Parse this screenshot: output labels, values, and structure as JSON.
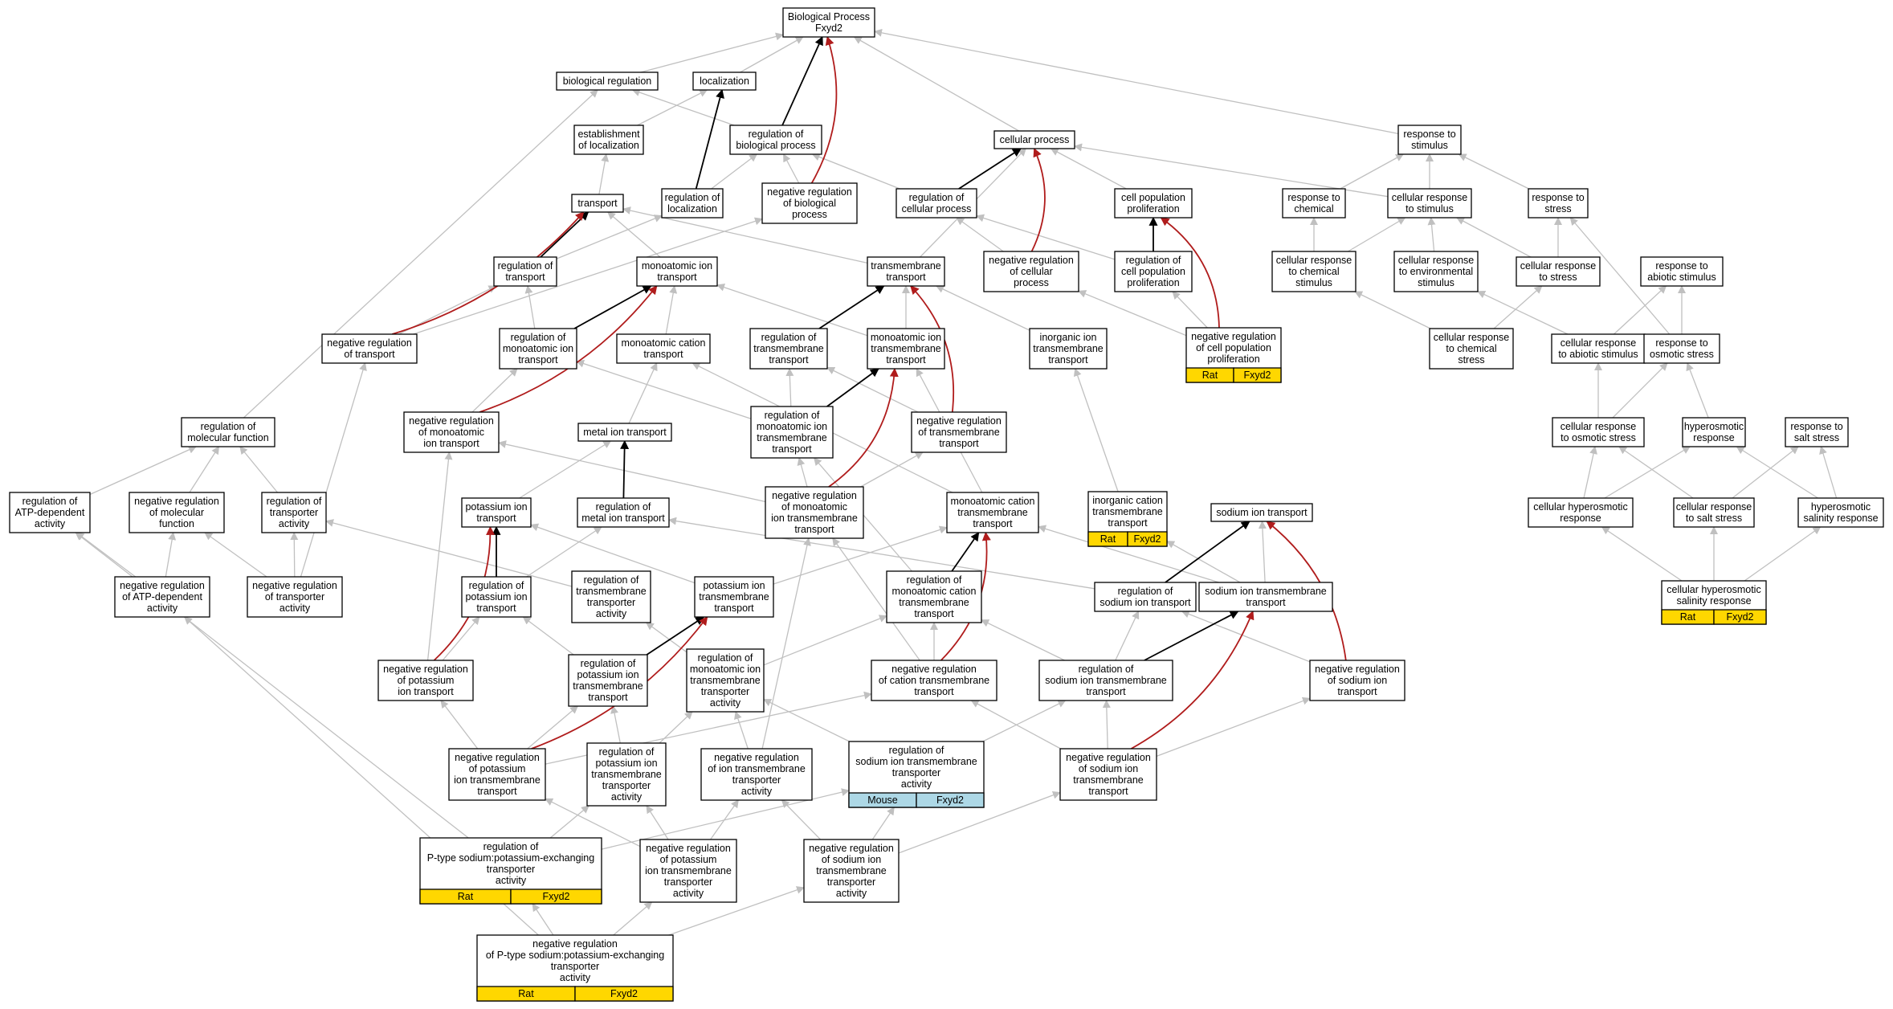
{
  "colors": {
    "node_border": "#000000",
    "edge_gray": "#c0c0c0",
    "edge_black": "#000000",
    "edge_red": "#b01c1c",
    "rat_fill": "#ffd700",
    "mouse_fill": "#add8e6"
  },
  "nodes": [
    {
      "id": "bp",
      "lines": [
        "Biological Process",
        "Fxyd2"
      ]
    },
    {
      "id": "bioreg",
      "lines": [
        "biological regulation"
      ]
    },
    {
      "id": "loc",
      "lines": [
        "localization"
      ]
    },
    {
      "id": "estloc",
      "lines": [
        "establishment",
        "of localization"
      ]
    },
    {
      "id": "regbp",
      "lines": [
        "regulation of",
        "biological process"
      ]
    },
    {
      "id": "cellproc",
      "lines": [
        "cellular process"
      ]
    },
    {
      "id": "resstim",
      "lines": [
        "response to",
        "stimulus"
      ]
    },
    {
      "id": "transport",
      "lines": [
        "transport"
      ]
    },
    {
      "id": "regloc",
      "lines": [
        "regulation of",
        "localization"
      ]
    },
    {
      "id": "negregbp",
      "lines": [
        "negative regulation",
        "of biological",
        "process"
      ]
    },
    {
      "id": "regcp",
      "lines": [
        "regulation of",
        "cellular process"
      ]
    },
    {
      "id": "cpp",
      "lines": [
        "cell population",
        "proliferation"
      ]
    },
    {
      "id": "reschem",
      "lines": [
        "response to",
        "chemical"
      ]
    },
    {
      "id": "cellresstim",
      "lines": [
        "cellular response",
        "to stimulus"
      ]
    },
    {
      "id": "resstress",
      "lines": [
        "response to",
        "stress"
      ]
    },
    {
      "id": "regtransport",
      "lines": [
        "regulation of",
        "transport"
      ]
    },
    {
      "id": "mit",
      "lines": [
        "monoatomic ion",
        "transport"
      ]
    },
    {
      "id": "tmt",
      "lines": [
        "transmembrane",
        "transport"
      ]
    },
    {
      "id": "negregcp",
      "lines": [
        "negative regulation",
        "of cellular",
        "process"
      ]
    },
    {
      "id": "regcpp",
      "lines": [
        "regulation of",
        "cell population",
        "proliferation"
      ]
    },
    {
      "id": "crchem",
      "lines": [
        "cellular response",
        "to chemical",
        "stimulus"
      ]
    },
    {
      "id": "crenv",
      "lines": [
        "cellular response",
        "to environmental",
        "stimulus"
      ]
    },
    {
      "id": "crstress",
      "lines": [
        "cellular response",
        "to stress"
      ]
    },
    {
      "id": "resabiotic",
      "lines": [
        "response to",
        "abiotic stimulus"
      ]
    },
    {
      "id": "negregtransport",
      "lines": [
        "negative regulation",
        "of transport"
      ]
    },
    {
      "id": "regmit",
      "lines": [
        "regulation of",
        "monoatomic ion",
        "transport"
      ]
    },
    {
      "id": "mct",
      "lines": [
        "monoatomic cation",
        "transport"
      ]
    },
    {
      "id": "regtmt",
      "lines": [
        "regulation of",
        "transmembrane",
        "transport"
      ]
    },
    {
      "id": "mitt",
      "lines": [
        "monoatomic ion",
        "transmembrane",
        "transport"
      ]
    },
    {
      "id": "iontmt",
      "lines": [
        "inorganic ion",
        "transmembrane",
        "transport"
      ]
    },
    {
      "id": "negregcpp",
      "lines": [
        "negative regulation",
        "of cell population",
        "proliferation"
      ],
      "badge": [
        "Rat",
        "Fxyd2"
      ],
      "badge_color": "#ffd700"
    },
    {
      "id": "crchemstress",
      "lines": [
        "cellular response",
        "to chemical",
        "stress"
      ]
    },
    {
      "id": "crabiotic",
      "lines": [
        "cellular response",
        "to abiotic stimulus"
      ]
    },
    {
      "id": "resosmotic",
      "lines": [
        "response to",
        "osmotic stress"
      ]
    },
    {
      "id": "regmf",
      "lines": [
        "regulation of",
        "molecular function"
      ]
    },
    {
      "id": "negregmit",
      "lines": [
        "negative regulation",
        "of monoatomic",
        "ion transport"
      ]
    },
    {
      "id": "metal",
      "lines": [
        "metal ion transport"
      ]
    },
    {
      "id": "regmitt",
      "lines": [
        "regulation of",
        "monoatomic ion",
        "transmembrane",
        "transport"
      ]
    },
    {
      "id": "negregtmt",
      "lines": [
        "negative regulation",
        "of transmembrane",
        "transport"
      ]
    },
    {
      "id": "crosmotic",
      "lines": [
        "cellular response",
        "to osmotic stress"
      ]
    },
    {
      "id": "hyperosm",
      "lines": [
        "hyperosmotic",
        "response"
      ]
    },
    {
      "id": "ressalt",
      "lines": [
        "response to",
        "salt stress"
      ]
    },
    {
      "id": "regatp",
      "lines": [
        "regulation of",
        "ATP-dependent",
        "activity"
      ]
    },
    {
      "id": "negregmf",
      "lines": [
        "negative regulation",
        "of molecular",
        "function"
      ]
    },
    {
      "id": "regta",
      "lines": [
        "regulation of",
        "transporter",
        "activity"
      ]
    },
    {
      "id": "kit",
      "lines": [
        "potassium ion",
        "transport"
      ]
    },
    {
      "id": "regmetal",
      "lines": [
        "regulation of",
        "metal ion transport"
      ]
    },
    {
      "id": "negregmitt",
      "lines": [
        "negative regulation",
        "of monoatomic",
        "ion transmembrane",
        "transport"
      ]
    },
    {
      "id": "mctt",
      "lines": [
        "monoatomic cation",
        "transmembrane",
        "transport"
      ]
    },
    {
      "id": "ictt",
      "lines": [
        "inorganic cation",
        "transmembrane",
        "transport"
      ],
      "badge": [
        "Rat",
        "Fxyd2"
      ],
      "badge_color": "#ffd700"
    },
    {
      "id": "nait",
      "lines": [
        "sodium ion transport"
      ]
    },
    {
      "id": "chr",
      "lines": [
        "cellular hyperosmotic",
        "response"
      ]
    },
    {
      "id": "crsalt",
      "lines": [
        "cellular response",
        "to salt stress"
      ]
    },
    {
      "id": "hsr",
      "lines": [
        "hyperosmotic",
        "salinity response"
      ]
    },
    {
      "id": "negregatp",
      "lines": [
        "negative regulation",
        "of ATP-dependent",
        "activity"
      ]
    },
    {
      "id": "negregta",
      "lines": [
        "negative regulation",
        "of transporter",
        "activity"
      ]
    },
    {
      "id": "regkit",
      "lines": [
        "regulation of",
        "potassium ion",
        "transport"
      ]
    },
    {
      "id": "regtmta",
      "lines": [
        "regulation of",
        "transmembrane",
        "transporter",
        "activity"
      ]
    },
    {
      "id": "kitt",
      "lines": [
        "potassium ion",
        "transmembrane",
        "transport"
      ]
    },
    {
      "id": "regmctt",
      "lines": [
        "regulation of",
        "monoatomic cation",
        "transmembrane",
        "transport"
      ]
    },
    {
      "id": "regnait",
      "lines": [
        "regulation of",
        "sodium ion transport"
      ]
    },
    {
      "id": "naitt",
      "lines": [
        "sodium ion transmembrane",
        "transport"
      ]
    },
    {
      "id": "chsr",
      "lines": [
        "cellular hyperosmotic",
        "salinity response"
      ],
      "badge": [
        "Rat",
        "Fxyd2"
      ],
      "badge_color": "#ffd700"
    },
    {
      "id": "negregkit",
      "lines": [
        "negative regulation",
        "of potassium",
        "ion transport"
      ]
    },
    {
      "id": "regkitt",
      "lines": [
        "regulation of",
        "potassium ion",
        "transmembrane",
        "transport"
      ]
    },
    {
      "id": "regmitta",
      "lines": [
        "regulation of",
        "monoatomic ion",
        "transmembrane",
        "transporter",
        "activity"
      ]
    },
    {
      "id": "negregctt",
      "lines": [
        "negative regulation",
        "of cation transmembrane",
        "transport"
      ]
    },
    {
      "id": "regnaitt",
      "lines": [
        "regulation of",
        "sodium ion transmembrane",
        "transport"
      ]
    },
    {
      "id": "negregnait",
      "lines": [
        "negative regulation",
        "of sodium ion",
        "transport"
      ]
    },
    {
      "id": "negregkitt",
      "lines": [
        "negative regulation",
        "of potassium",
        "ion transmembrane",
        "transport"
      ]
    },
    {
      "id": "regkitta",
      "lines": [
        "regulation of",
        "potassium ion",
        "transmembrane",
        "transporter",
        "activity"
      ]
    },
    {
      "id": "negregita",
      "lines": [
        "negative regulation",
        "of ion transmembrane",
        "transporter",
        "activity"
      ]
    },
    {
      "id": "regnaitta",
      "lines": [
        "regulation of",
        "sodium ion transmembrane",
        "transporter",
        "activity"
      ],
      "badge": [
        "Mouse",
        "Fxyd2"
      ],
      "badge_color": "#add8e6"
    },
    {
      "id": "negregnaitt",
      "lines": [
        "negative regulation",
        "of sodium ion",
        "transmembrane",
        "transport"
      ]
    },
    {
      "id": "regptype",
      "lines": [
        "regulation of",
        "P-type sodium:potassium-exchanging",
        "transporter",
        "activity"
      ],
      "badge": [
        "Rat",
        "Fxyd2"
      ],
      "badge_color": "#ffd700"
    },
    {
      "id": "negregkitta",
      "lines": [
        "negative regulation",
        "of potassium",
        "ion transmembrane",
        "transporter",
        "activity"
      ]
    },
    {
      "id": "negregnaitta",
      "lines": [
        "negative regulation",
        "of sodium ion",
        "transmembrane",
        "transporter",
        "activity"
      ]
    },
    {
      "id": "negregptype",
      "lines": [
        "negative regulation",
        "of P-type sodium:potassium-exchanging",
        "transporter",
        "activity"
      ],
      "badge": [
        "Rat",
        "Fxyd2"
      ],
      "badge_color": "#ffd700"
    }
  ],
  "edges": [
    [
      "bioreg",
      "bp",
      "g"
    ],
    [
      "loc",
      "bp",
      "g"
    ],
    [
      "regbp",
      "bp",
      "k"
    ],
    [
      "negregbp",
      "bp",
      "r"
    ],
    [
      "cellproc",
      "bp",
      "g"
    ],
    [
      "resstim",
      "bp",
      "g"
    ],
    [
      "estloc",
      "loc",
      "g"
    ],
    [
      "regloc",
      "loc",
      "k"
    ],
    [
      "regbp",
      "bioreg",
      "g"
    ],
    [
      "regmf",
      "bioreg",
      "g"
    ],
    [
      "transport",
      "estloc",
      "g"
    ],
    [
      "regloc",
      "regbp",
      "g"
    ],
    [
      "negregbp",
      "regbp",
      "g"
    ],
    [
      "regcp",
      "regbp",
      "g"
    ],
    [
      "regcp",
      "cellproc",
      "k"
    ],
    [
      "negregcp",
      "cellproc",
      "r"
    ],
    [
      "cpp",
      "cellproc",
      "g"
    ],
    [
      "tmt",
      "cellproc",
      "g"
    ],
    [
      "cellresstim",
      "cellproc",
      "g"
    ],
    [
      "reschem",
      "resstim",
      "g"
    ],
    [
      "cellresstim",
      "resstim",
      "g"
    ],
    [
      "resstress",
      "resstim",
      "g"
    ],
    [
      "regtransport",
      "transport",
      "k"
    ],
    [
      "negregtransport",
      "transport",
      "r"
    ],
    [
      "mit",
      "transport",
      "g"
    ],
    [
      "tmt",
      "transport",
      "g"
    ],
    [
      "regtransport",
      "regloc",
      "g"
    ],
    [
      "negregcp",
      "regcp",
      "g"
    ],
    [
      "regcpp",
      "regcp",
      "g"
    ],
    [
      "negregtransport",
      "negregbp",
      "g"
    ],
    [
      "regcpp",
      "cpp",
      "k"
    ],
    [
      "negregcpp",
      "cpp",
      "r"
    ],
    [
      "crchem",
      "reschem",
      "g"
    ],
    [
      "crchem",
      "cellresstim",
      "g"
    ],
    [
      "crenv",
      "cellresstim",
      "g"
    ],
    [
      "crstress",
      "cellresstim",
      "g"
    ],
    [
      "crstress",
      "resstress",
      "g"
    ],
    [
      "resosmotic",
      "resstress",
      "g"
    ],
    [
      "negregtransport",
      "regtransport",
      "g"
    ],
    [
      "regmit",
      "regtransport",
      "g"
    ],
    [
      "regmit",
      "mit",
      "k"
    ],
    [
      "negregmit",
      "mit",
      "r"
    ],
    [
      "mct",
      "mit",
      "g"
    ],
    [
      "mitt",
      "mit",
      "g"
    ],
    [
      "regtmt",
      "tmt",
      "k"
    ],
    [
      "negregtmt",
      "tmt",
      "r"
    ],
    [
      "mitt",
      "tmt",
      "g"
    ],
    [
      "iontmt",
      "tmt",
      "g"
    ],
    [
      "negregcpp",
      "negregcp",
      "g"
    ],
    [
      "negregcpp",
      "regcpp",
      "g"
    ],
    [
      "crchemstress",
      "crchem",
      "g"
    ],
    [
      "crchemstress",
      "crstress",
      "g"
    ],
    [
      "crabiotic",
      "crenv",
      "g"
    ],
    [
      "crabiotic",
      "resabiotic",
      "g"
    ],
    [
      "resosmotic",
      "resabiotic",
      "g"
    ],
    [
      "negregmit",
      "regmit",
      "g"
    ],
    [
      "regmitt",
      "regmit",
      "g"
    ],
    [
      "metal",
      "mct",
      "g"
    ],
    [
      "mctt",
      "mct",
      "g"
    ],
    [
      "mctt",
      "mitt",
      "g"
    ],
    [
      "regmitt",
      "regtmt",
      "g"
    ],
    [
      "negregtmt",
      "regtmt",
      "g"
    ],
    [
      "regmitt",
      "mitt",
      "k"
    ],
    [
      "negregmitt",
      "mitt",
      "r"
    ],
    [
      "ictt",
      "iontmt",
      "g"
    ],
    [
      "crosmotic",
      "crabiotic",
      "g"
    ],
    [
      "crosmotic",
      "resosmotic",
      "g"
    ],
    [
      "hyperosm",
      "resosmotic",
      "g"
    ],
    [
      "negregmitt",
      "negregmit",
      "g"
    ],
    [
      "negregmitt",
      "regmitt",
      "g"
    ],
    [
      "negregmitt",
      "negregtmt",
      "g"
    ],
    [
      "kit",
      "metal",
      "g"
    ],
    [
      "regmetal",
      "metal",
      "k"
    ],
    [
      "chr",
      "crosmotic",
      "g"
    ],
    [
      "crsalt",
      "crosmotic",
      "g"
    ],
    [
      "chr",
      "hyperosm",
      "g"
    ],
    [
      "hsr",
      "hyperosm",
      "g"
    ],
    [
      "crsalt",
      "ressalt",
      "g"
    ],
    [
      "hsr",
      "ressalt",
      "g"
    ],
    [
      "regatp",
      "regmf",
      "g"
    ],
    [
      "negregmf",
      "regmf",
      "g"
    ],
    [
      "regta",
      "regmf",
      "g"
    ],
    [
      "negregatp",
      "regatp",
      "g"
    ],
    [
      "negregatp",
      "negregmf",
      "g"
    ],
    [
      "negregta",
      "negregmf",
      "g"
    ],
    [
      "negregta",
      "regta",
      "g"
    ],
    [
      "regkit",
      "kit",
      "k"
    ],
    [
      "negregkit",
      "kit",
      "r"
    ],
    [
      "kitt",
      "kit",
      "g"
    ],
    [
      "regkit",
      "regmetal",
      "g"
    ],
    [
      "regnait",
      "regmetal",
      "g"
    ],
    [
      "regmctt",
      "regmitt",
      "g"
    ],
    [
      "regmctt",
      "mctt",
      "k"
    ],
    [
      "negregctt",
      "mctt",
      "r"
    ],
    [
      "kitt",
      "mctt",
      "g"
    ],
    [
      "naitt",
      "mctt",
      "g"
    ],
    [
      "naitt",
      "ictt",
      "g"
    ],
    [
      "regnait",
      "nait",
      "k"
    ],
    [
      "negregnait",
      "nait",
      "r"
    ],
    [
      "naitt",
      "nait",
      "g"
    ],
    [
      "chsr",
      "chr",
      "g"
    ],
    [
      "chsr",
      "crsalt",
      "g"
    ],
    [
      "chsr",
      "hsr",
      "g"
    ],
    [
      "negregta",
      "negregtransport",
      "g"
    ],
    [
      "regtmta",
      "regta",
      "g"
    ],
    [
      "regkitt",
      "kitt",
      "k"
    ],
    [
      "negregkitt",
      "kitt",
      "r"
    ],
    [
      "regkitt",
      "regkit",
      "g"
    ],
    [
      "negregkit",
      "regkit",
      "g"
    ],
    [
      "negregkit",
      "negregmit",
      "g"
    ],
    [
      "regmitta",
      "regtmta",
      "g"
    ],
    [
      "regmitta",
      "regmctt",
      "g"
    ],
    [
      "negregctt",
      "regmctt",
      "g"
    ],
    [
      "negregctt",
      "negregmitt",
      "g"
    ],
    [
      "regnaitt",
      "regmctt",
      "g"
    ],
    [
      "regnaitt",
      "regnait",
      "g"
    ],
    [
      "regnaitt",
      "naitt",
      "k"
    ],
    [
      "negregnaitt",
      "naitt",
      "r"
    ],
    [
      "negregnait",
      "regnait",
      "g"
    ],
    [
      "negregkitt",
      "negregkit",
      "g"
    ],
    [
      "negregkitt",
      "regkitt",
      "g"
    ],
    [
      "negregkitt",
      "negregctt",
      "g"
    ],
    [
      "regkitta",
      "regkitt",
      "g"
    ],
    [
      "regkitta",
      "regmitta",
      "g"
    ],
    [
      "negregita",
      "regmitta",
      "g"
    ],
    [
      "negregita",
      "negregmitt",
      "g"
    ],
    [
      "regnaitta",
      "regmitta",
      "g"
    ],
    [
      "regnaitta",
      "regnaitt",
      "g"
    ],
    [
      "negregnaitt",
      "negregctt",
      "g"
    ],
    [
      "negregnaitt",
      "regnaitt",
      "g"
    ],
    [
      "negregnaitt",
      "negregnait",
      "g"
    ],
    [
      "regptype",
      "regkitta",
      "g"
    ],
    [
      "regptype",
      "regnaitta",
      "g"
    ],
    [
      "regptype",
      "regatp",
      "g"
    ],
    [
      "negregkitta",
      "regkitta",
      "g"
    ],
    [
      "negregkitta",
      "negregita",
      "g"
    ],
    [
      "negregkitta",
      "negregkitt",
      "g"
    ],
    [
      "negregnaitta",
      "regnaitta",
      "g"
    ],
    [
      "negregnaitta",
      "negregita",
      "g"
    ],
    [
      "negregnaitta",
      "negregnaitt",
      "g"
    ],
    [
      "negregptype",
      "regptype",
      "g"
    ],
    [
      "negregptype",
      "negregkitta",
      "g"
    ],
    [
      "negregptype",
      "negregnaitta",
      "g"
    ],
    [
      "negregptype",
      "negregatp",
      "g"
    ]
  ]
}
